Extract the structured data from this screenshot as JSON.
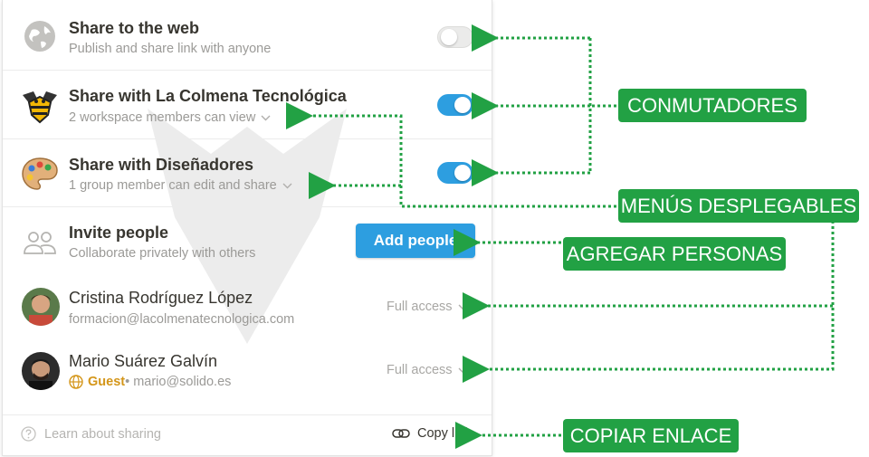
{
  "panel": {
    "rows": [
      {
        "title": "Share to the web",
        "subtitle": "Publish and share link with anyone",
        "toggle": "off"
      },
      {
        "title": "Share with La Colmena Tecnológica",
        "subtitle": "2 workspace members can view",
        "toggle": "on"
      },
      {
        "title": "Share with Diseñadores",
        "subtitle": "1 group member can edit and share",
        "toggle": "on"
      }
    ],
    "invite": {
      "title": "Invite people",
      "subtitle": "Collaborate privately with others",
      "button": "Add people"
    },
    "members": [
      {
        "name": "Cristina Rodríguez López",
        "email": "formacion@lacolmenatecnologica.com",
        "access": "Full access"
      },
      {
        "name": "Mario Suárez Galvín",
        "guest": "Guest",
        "email": " • mario@solido.es",
        "access": "Full access"
      }
    ],
    "footer": {
      "learn": "Learn about sharing",
      "copy": "Copy link"
    }
  },
  "callouts": {
    "toggles": "CONMUTADORES",
    "dropdowns": "MENÚS DESPLEGABLES",
    "add": "AGREGAR PERSONAS",
    "copy": "COPIAR ENLACE"
  },
  "colors": {
    "accent": "#2d9ee0",
    "callout": "#22a144",
    "guest": "#d4961a"
  }
}
